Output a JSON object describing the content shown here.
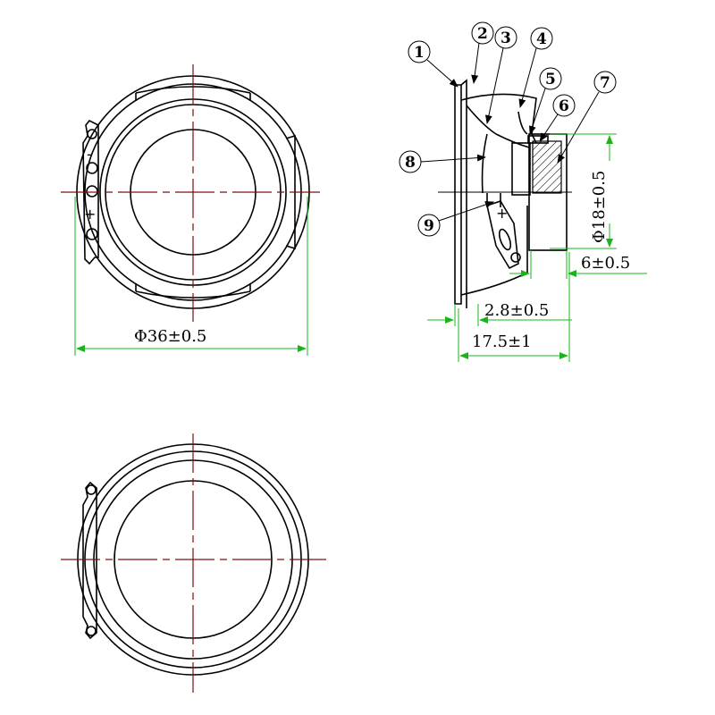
{
  "dimensions": {
    "outer_diameter": "Φ36±0.5",
    "magnet_diameter": "Φ18±0.5",
    "magnet_height": "6±0.5",
    "flange_thickness": "2.8±0.5",
    "total_depth": "17.5±1"
  },
  "callouts": [
    "1",
    "2",
    "3",
    "4",
    "5",
    "6",
    "7",
    "8",
    "9"
  ],
  "polarity": {
    "minus": "-",
    "plus": "+"
  },
  "colors": {
    "centerline": "#7a1010",
    "dimension": "#19b419",
    "outline": "#000000"
  }
}
